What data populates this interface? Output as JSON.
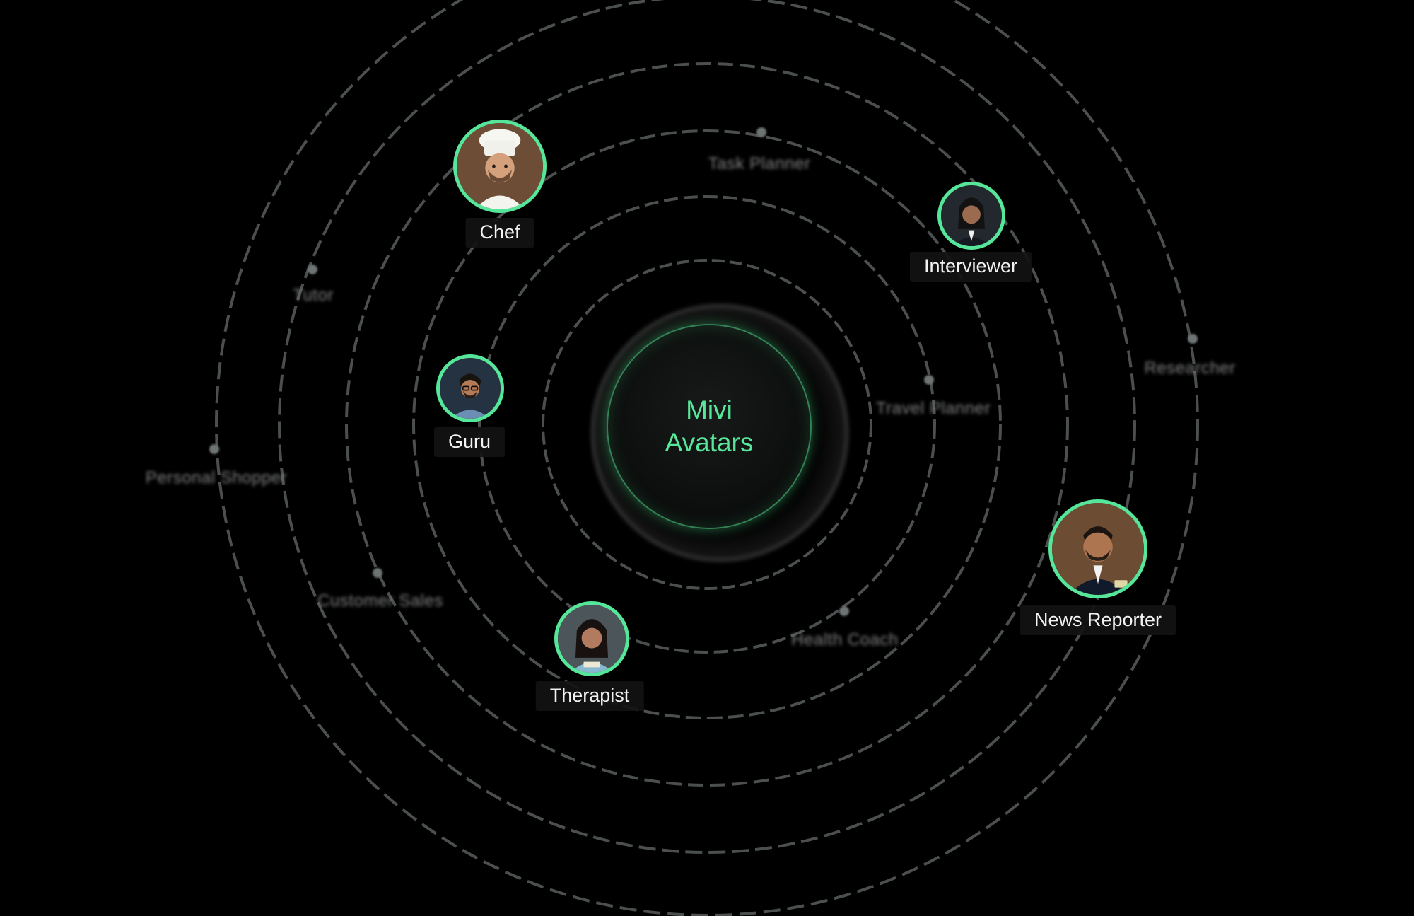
{
  "center": {
    "title": "Mivi\nAvatars",
    "text_color": "#58e69a"
  },
  "avatars": [
    {
      "label": "Chef",
      "icon": "chef-avatar"
    },
    {
      "label": "Interviewer",
      "icon": "interviewer-avatar"
    },
    {
      "label": "Guru",
      "icon": "guru-avatar"
    },
    {
      "label": "News Reporter",
      "icon": "news-reporter-avatar"
    },
    {
      "label": "Therapist",
      "icon": "therapist-avatar"
    }
  ],
  "blurred_labels": [
    {
      "label": "Task Planner"
    },
    {
      "label": "Tutor"
    },
    {
      "label": "Researcher"
    },
    {
      "label": "Travel Planner"
    },
    {
      "label": "Personal Shopper"
    },
    {
      "label": "Customer Sales"
    },
    {
      "label": "Health Coach"
    }
  ],
  "colors": {
    "accent": "#55e69a",
    "background": "#000000",
    "orbit": "#4b4f4e",
    "ghost_label": "#7e807f"
  }
}
